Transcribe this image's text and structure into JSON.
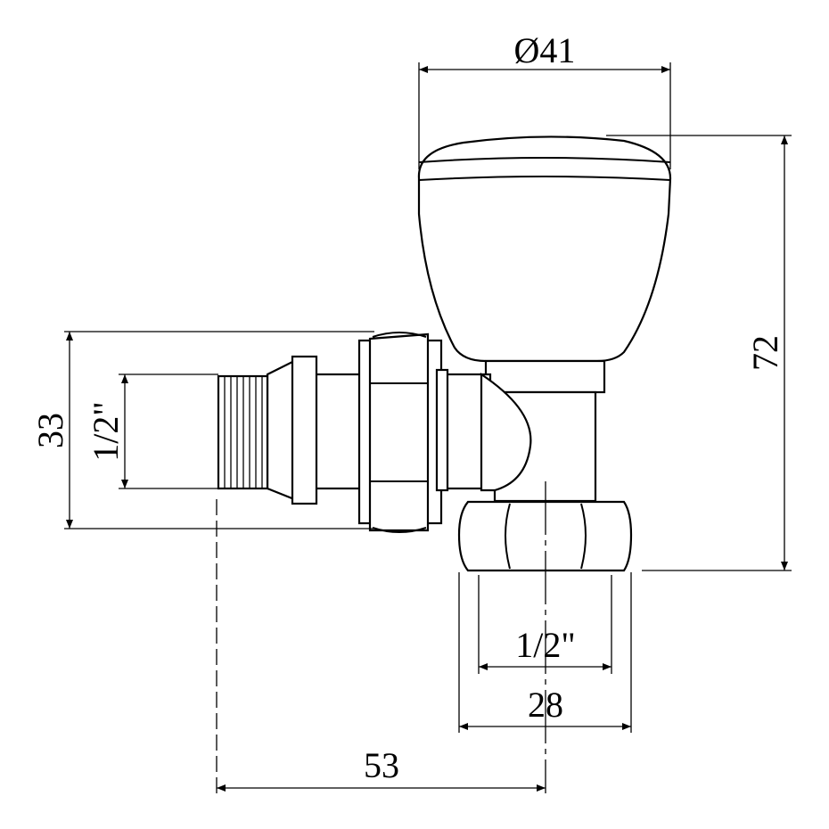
{
  "dimensions": {
    "knob_diameter": "Ø41",
    "total_height": "72",
    "inlet_height": "33",
    "inlet_thread": "1/2\"",
    "outlet_thread": "1/2\"",
    "outlet_nut_width": "28",
    "offset_length": "53"
  },
  "colors": {
    "line": "#000000",
    "background": "#ffffff"
  }
}
